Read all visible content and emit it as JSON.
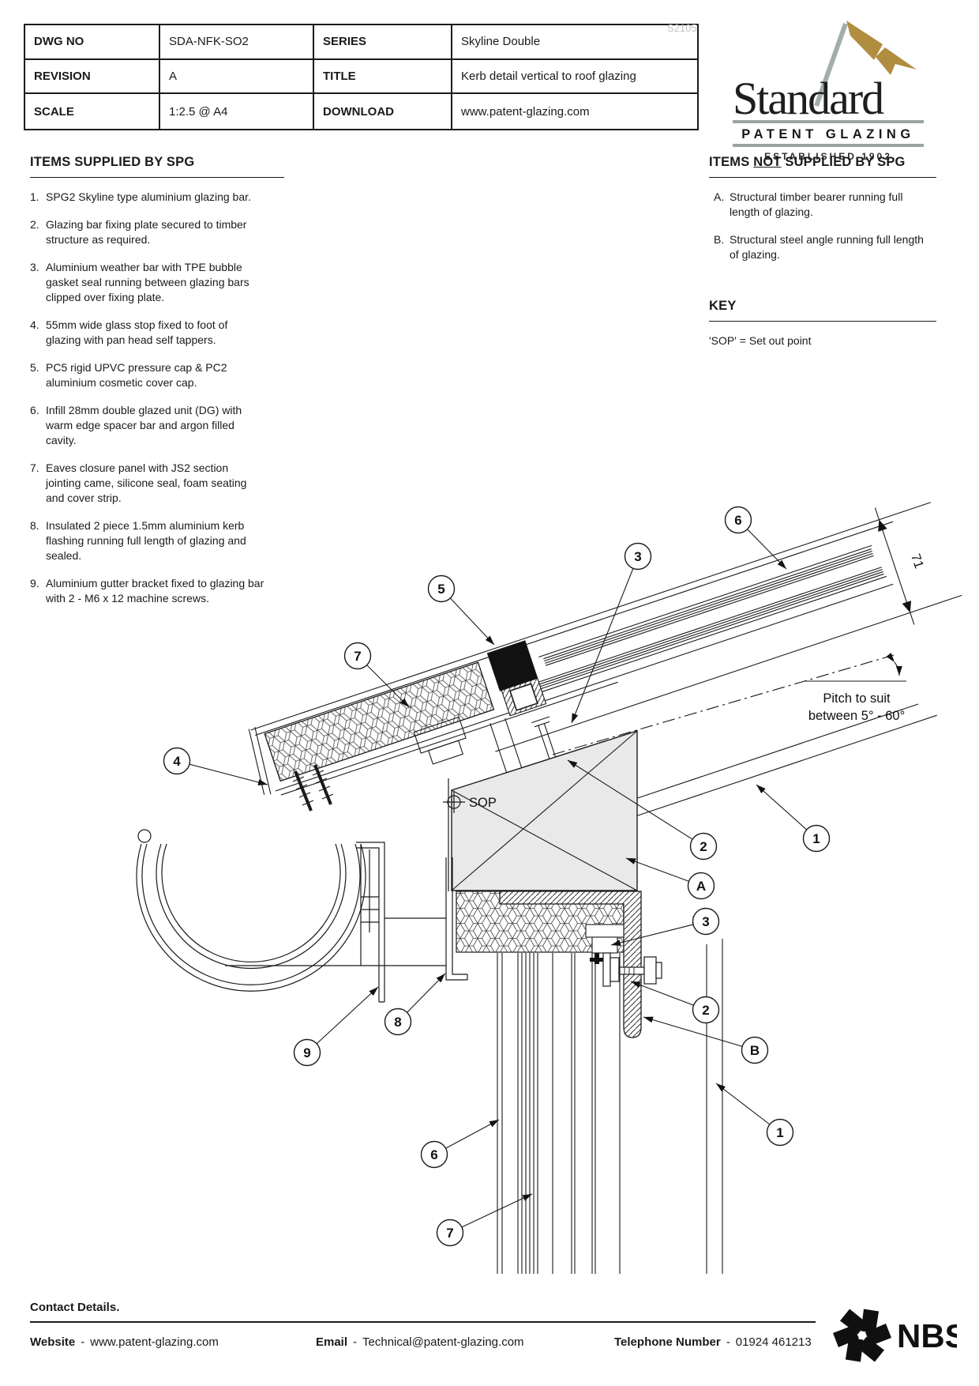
{
  "watermark": "S2105",
  "colors": {
    "logo_gold": "#b08d3f",
    "logo_gray": "#9aa5a3",
    "timber_fill": "#e9e9e9",
    "watermark_gray": "#c2c2c2",
    "line": "#1a1a1a"
  },
  "title_block": {
    "dwg_no_label": "DWG NO",
    "dwg_no": "SDA-NFK-SO2",
    "series_label": "SERIES",
    "series": "Skyline Double",
    "revision_label": "REVISION",
    "revision": "A",
    "title_label": "TITLE",
    "title": "Kerb detail vertical to roof glazing",
    "scale_label": "SCALE",
    "scale": "1:2.5 @ A4",
    "download_label": "DOWNLOAD",
    "download": "www.patent-glazing.com"
  },
  "logo": {
    "name": "Standard",
    "subtitle": "PATENT GLAZING",
    "established": "ESTABLISHED 1902"
  },
  "supplied": {
    "heading": "ITEMS SUPPLIED BY SPG",
    "items": [
      {
        "num": "1.",
        "text": "SPG2 Skyline type aluminium glazing bar."
      },
      {
        "num": "2.",
        "text": "Glazing bar fixing plate secured to timber structure as required."
      },
      {
        "num": "3.",
        "text": "Aluminium weather bar with TPE bubble gasket seal running between glazing bars clipped over fixing plate."
      },
      {
        "num": "4.",
        "text": "55mm wide glass stop fixed to foot of glazing with pan head self tappers."
      },
      {
        "num": "5.",
        "text": "PC5 rigid UPVC pressure cap & PC2 aluminium cosmetic cover cap."
      },
      {
        "num": "6.",
        "text": "Infill 28mm double glazed unit (DG) with warm edge spacer bar and argon filled cavity."
      },
      {
        "num": "7.",
        "text": "Eaves closure panel with JS2 section jointing came, silicone seal, foam seating and cover strip."
      },
      {
        "num": "8.",
        "text": "Insulated 2 piece 1.5mm aluminium kerb flashing running full length of glazing and sealed."
      },
      {
        "num": "9.",
        "text": "Aluminium gutter bracket fixed to glazing bar with 2 - M6 x 12 machine screws."
      }
    ]
  },
  "not_supplied": {
    "heading_prefix": "ITEMS ",
    "heading_emphasis": "NOT",
    "heading_suffix": " SUPPLIED BY SPG",
    "items": [
      {
        "num": "A.",
        "text": "Structural timber bearer running full length of glazing."
      },
      {
        "num": "B.",
        "text": "Structural steel angle running full length of glazing."
      }
    ]
  },
  "key": {
    "heading": "KEY",
    "entry": "'SOP' = Set out point"
  },
  "drawing": {
    "sop_label": "SOP",
    "dimension_71": "71",
    "pitch_line1": "Pitch to suit",
    "pitch_line2": "between 5° - 60°",
    "callouts": [
      {
        "label": "5"
      },
      {
        "label": "6"
      },
      {
        "label": "3"
      },
      {
        "label": "7"
      },
      {
        "label": "4"
      },
      {
        "label": "2"
      },
      {
        "label": "A"
      },
      {
        "label": "1"
      },
      {
        "label": "3"
      },
      {
        "label": "2"
      },
      {
        "label": "B"
      },
      {
        "label": "9"
      },
      {
        "label": "8"
      },
      {
        "label": "1"
      },
      {
        "label": "6"
      },
      {
        "label": "7"
      }
    ]
  },
  "footer": {
    "heading": "Contact Details.",
    "website_label": "Website",
    "website_sep": "-",
    "website": "www.patent-glazing.com",
    "email_label": "Email",
    "email_sep": "-",
    "email": "Technical@patent-glazing.com",
    "phone_label": "Telephone Number",
    "phone_sep": "-",
    "phone": "01924 461213",
    "nbs_label": "NBS"
  }
}
